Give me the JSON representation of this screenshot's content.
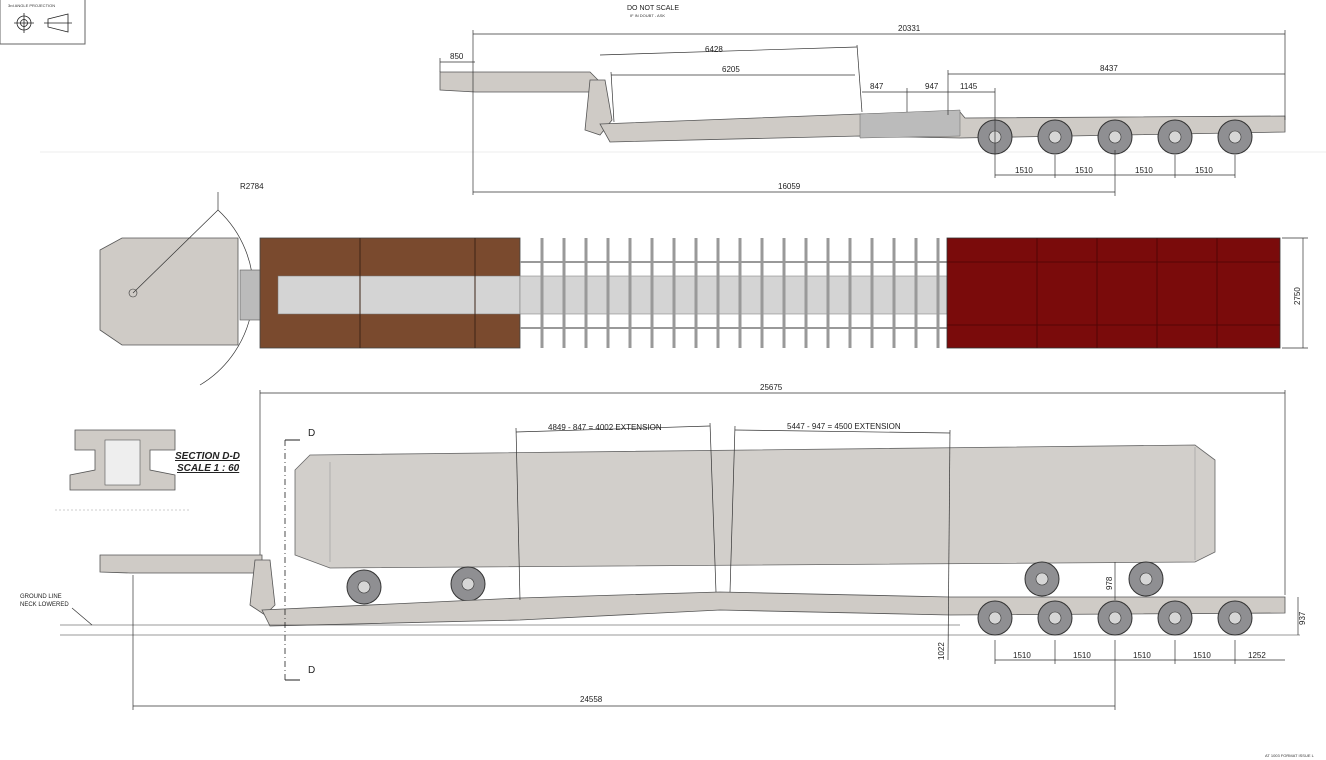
{
  "title_block": {
    "projection_label": "3rd ANGLE PROJECTION"
  },
  "notes": {
    "do_not_scale": "DO NOT SCALE",
    "if_in_doubt": "IF IN DOUBT - ASK",
    "format": "AT 1003 FORMAT ISSUE L"
  },
  "side_view_top": {
    "dims": {
      "overall": "20331",
      "neck": "850",
      "well_upper": "6428",
      "well_lower": "6205",
      "ext1": "847",
      "ext2": "947",
      "axle_offset": "1145",
      "rear": "8437",
      "kingpin_to_axle": "16059",
      "axle_spacing": [
        "1510",
        "1510",
        "1510",
        "1510"
      ]
    }
  },
  "plan_view": {
    "radius": "R2784",
    "width": "2750"
  },
  "side_view_bottom": {
    "overall": "25675",
    "kingpin_to_axle": "24558",
    "extension1": "4849 - 847 = 4002 EXTENSION",
    "extension2": "5447 - 947 = 4500 EXTENSION",
    "section_marker": "D",
    "height_load": "978",
    "height_deck": "937",
    "height_low": "1022",
    "axle_spacing": [
      "1510",
      "1510",
      "1510",
      "1510",
      "1252"
    ],
    "ground_line": "GROUND LINE",
    "neck_lowered": "NECK LOWERED"
  },
  "section": {
    "title": "SECTION D-D",
    "scale": "SCALE 1 : 60"
  }
}
